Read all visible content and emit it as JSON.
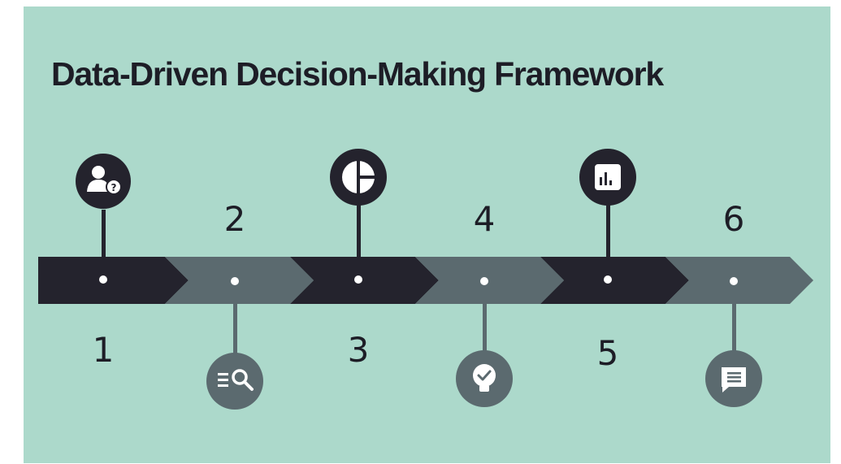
{
  "title": "Data-Driven Decision-Making Framework",
  "colors": {
    "background": "#acd9cb",
    "dark_segment": "#24232d",
    "light_segment": "#5b6a6f",
    "title_text": "#1d1d26"
  },
  "steps": [
    {
      "number": "1",
      "icon": "user-question-icon",
      "icon_side": "top",
      "shade": "dark"
    },
    {
      "number": "2",
      "icon": "search-list-icon",
      "icon_side": "bottom",
      "shade": "light"
    },
    {
      "number": "3",
      "icon": "pie-chart-icon",
      "icon_side": "top",
      "shade": "dark"
    },
    {
      "number": "4",
      "icon": "lightbulb-check-icon",
      "icon_side": "bottom",
      "shade": "light"
    },
    {
      "number": "5",
      "icon": "bar-chart-icon",
      "icon_side": "top",
      "shade": "dark"
    },
    {
      "number": "6",
      "icon": "message-icon",
      "icon_side": "bottom",
      "shade": "light"
    }
  ]
}
